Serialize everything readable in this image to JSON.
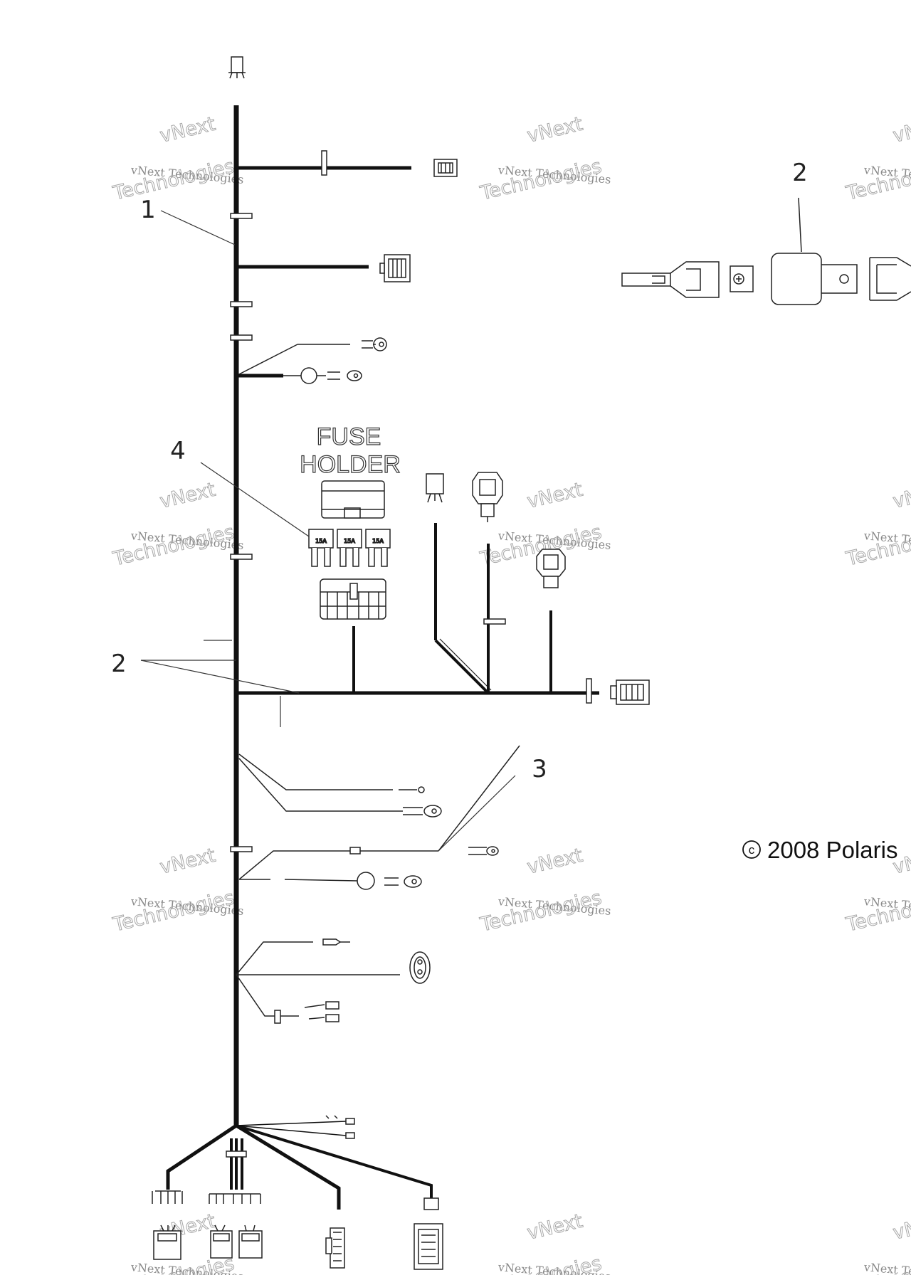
{
  "callouts": {
    "c1": "1",
    "c2_main": "2",
    "c2_detail": "2",
    "c3": "3",
    "c4": "4"
  },
  "fuse_holder": {
    "line1": "FUSE",
    "line2": "HOLDER",
    "fuse_label": "15A"
  },
  "copyright": {
    "symbol": "c",
    "text": "2008 Polaris"
  },
  "watermark": {
    "line1": "vNext Technologies",
    "line2": "vNext",
    "line3": "Technologies"
  }
}
